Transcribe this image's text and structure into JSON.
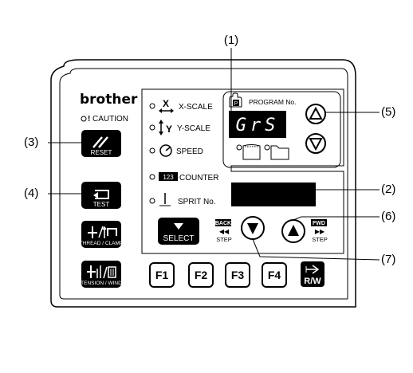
{
  "brand": "brother",
  "caution_label": "CAUTION",
  "callouts": [
    "(1)",
    "(2)",
    "(3)",
    "(4)",
    "(5)",
    "(6)",
    "(7)"
  ],
  "left_buttons": {
    "reset": {
      "label": "RESET",
      "icon": "slashes-icon"
    },
    "test": {
      "label": "TEST",
      "icon": "return-icon"
    },
    "thread_clamp": {
      "label": "THREAD / CLAMP"
    },
    "tension_wind": {
      "label": "TENSION / WIND"
    }
  },
  "indicators": {
    "x_scale": "X-SCALE",
    "y_scale": "Y-SCALE",
    "speed": "SPEED",
    "counter": "COUNTER",
    "counter_icon": "123",
    "sprit_no": "SPRIT No."
  },
  "program_label": "PROGRAM No.",
  "program_display": "GrS",
  "select": {
    "label": "SELECT"
  },
  "back": {
    "tag": "BACK",
    "arrows": "◀◀",
    "label": "STEP"
  },
  "fwd": {
    "tag": "FWD",
    "arrows": "▶▶",
    "label": "STEP"
  },
  "function_keys": [
    "F1",
    "F2",
    "F3",
    "F4"
  ],
  "rw": {
    "label": "R/W"
  }
}
